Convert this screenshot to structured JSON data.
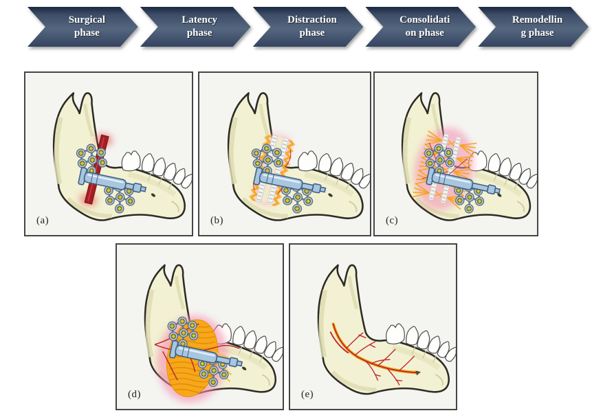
{
  "process_arrows": {
    "items": [
      {
        "line1": "Surgical",
        "line2": "phase"
      },
      {
        "line1": "Latency",
        "line2": "phase"
      },
      {
        "line1": "Distraction",
        "line2": "phase"
      },
      {
        "line1": "Consolidati",
        "line2": "on phase"
      },
      {
        "line1": "Remodellin",
        "line2": "g phase"
      }
    ],
    "text_color": "#ffffff",
    "gradient": {
      "top": "#1a2840",
      "upper": "#3e4e68",
      "middle": "#55667f",
      "bottom": "#344460"
    }
  },
  "panels": [
    {
      "label": "(a)",
      "variant": "osteotomy"
    },
    {
      "label": "(b)",
      "variant": "latency"
    },
    {
      "label": "(c)",
      "variant": "distraction"
    },
    {
      "label": "(d)",
      "variant": "consolidation"
    },
    {
      "label": "(e)",
      "variant": "remodelling"
    }
  ],
  "illustration_colors": {
    "panel_bg": "#f4f4f1",
    "panel_border": "#454545",
    "bone": "#f2f1d3",
    "bone_shade": "#dedcb2",
    "bone_outline": "#2d2b24",
    "tooth": "#fefefc",
    "tooth_outline": "#4a4a4a",
    "device_fill": "#a9c6e0",
    "device_outline": "#3c5f82",
    "screw_ring": "#c6d0da",
    "screw_ring_outline": "#5a7390",
    "screw_core": "#8f8f35",
    "screw_cross": "#e9d84e",
    "osteotomy_red": "#a61d22",
    "callus_orange": "#f6a41a",
    "new_bone_orange": "#f7a71b",
    "vessel_red": "#c1272d",
    "glow_pink": "#f48fb1",
    "nerve_yellow": "#f0b61e",
    "stripe_blue": "#a3b4c2"
  }
}
